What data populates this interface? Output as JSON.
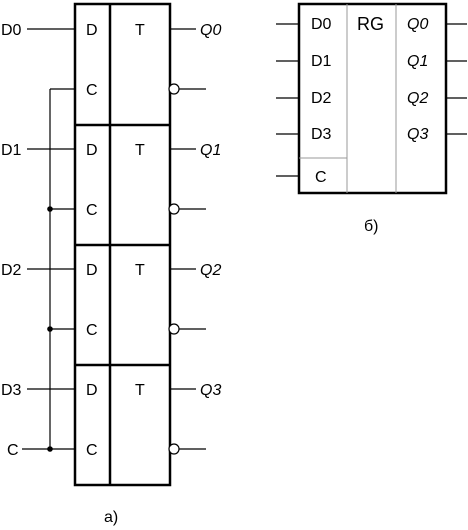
{
  "figure_a": {
    "caption": "а)",
    "inputs": [
      "D0",
      "D1",
      "D2",
      "D3",
      "C"
    ],
    "outputs": [
      "Q0",
      "Q1",
      "Q2",
      "Q3"
    ],
    "cells": [
      {
        "d": "D",
        "c": "C",
        "t": "T"
      },
      {
        "d": "D",
        "c": "C",
        "t": "T"
      },
      {
        "d": "D",
        "c": "C",
        "t": "T"
      },
      {
        "d": "D",
        "c": "C",
        "t": "T"
      }
    ]
  },
  "figure_b": {
    "caption": "б)",
    "title": "RG",
    "inputs": [
      "D0",
      "D1",
      "D2",
      "D3"
    ],
    "clock": "C",
    "outputs": [
      "Q0",
      "Q1",
      "Q2",
      "Q3"
    ]
  }
}
